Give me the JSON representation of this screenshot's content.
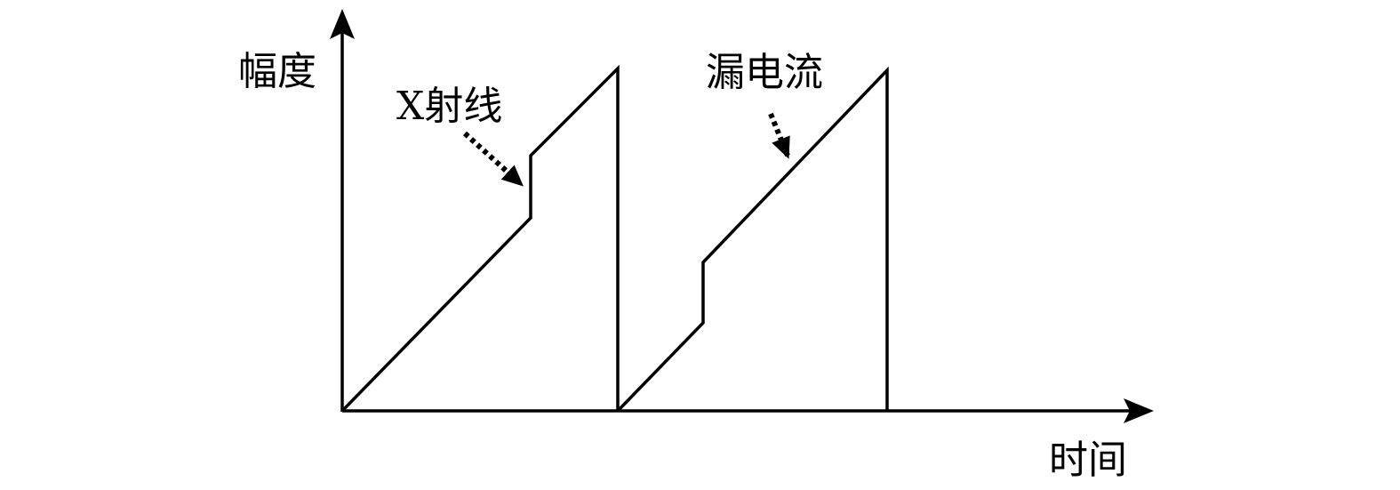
{
  "labels": {
    "y_axis": "幅度",
    "x_axis": "时间",
    "xray": "X射线",
    "leakage": "漏电流"
  },
  "colors": {
    "stroke": "#000000",
    "background": "#ffffff"
  }
}
